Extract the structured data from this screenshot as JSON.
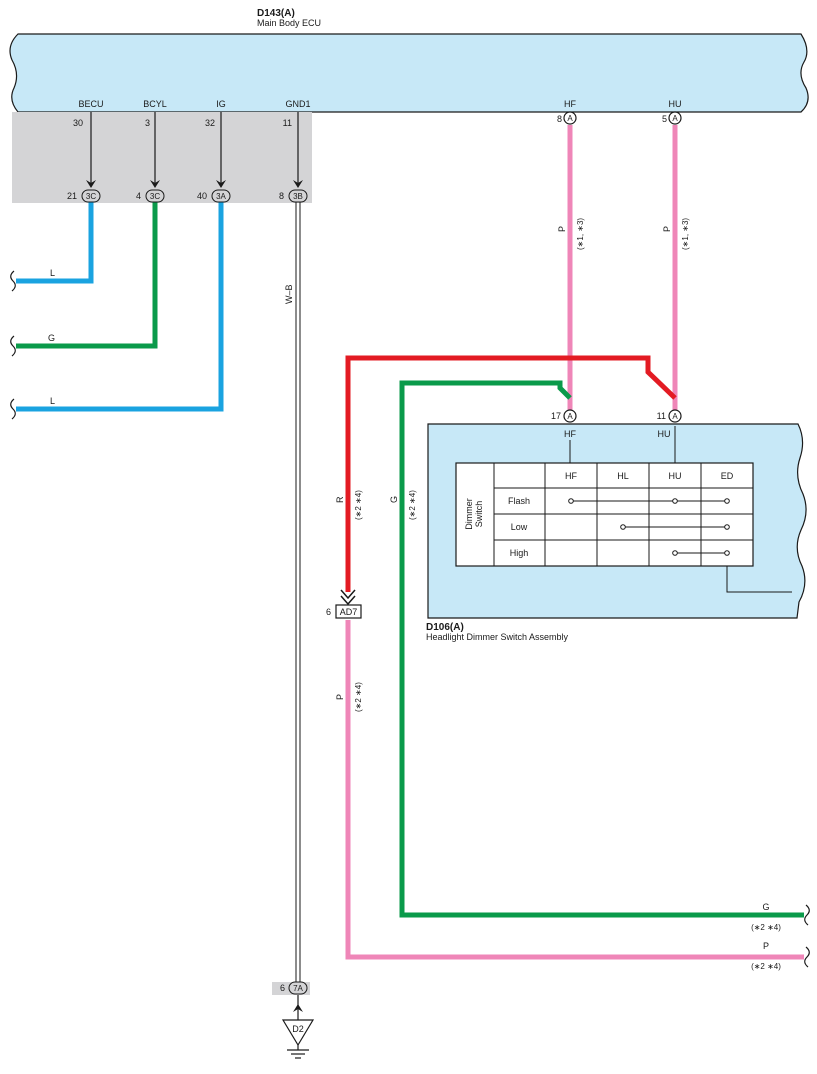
{
  "colors": {
    "ecu_fill": "#c7e8f7",
    "gray_block": "#d4d4d6",
    "wire_L": "#1aa3e0",
    "wire_G": "#0a9a4a",
    "wire_R": "#e31b23",
    "wire_P": "#ef86b8",
    "outline": "#1a1a1a"
  },
  "ecu": {
    "code": "D143(A)",
    "name": "Main Body ECU",
    "terminals": [
      {
        "id": "becu",
        "label": "BECU",
        "pin": "30",
        "conn_pin": "21",
        "conn": "3C",
        "wire": "L",
        "color_key": "wire_L"
      },
      {
        "id": "bcyl",
        "label": "BCYL",
        "pin": "3",
        "conn_pin": "4",
        "conn": "3C",
        "wire": "G",
        "color_key": "wire_G"
      },
      {
        "id": "ig",
        "label": "IG",
        "pin": "32",
        "conn_pin": "40",
        "conn": "3A",
        "wire": "L",
        "color_key": "wire_L"
      },
      {
        "id": "gnd1",
        "label": "GND1",
        "pin": "11",
        "conn_pin": "8",
        "conn": "3B",
        "wire": "W–B",
        "color_key": "outline"
      },
      {
        "id": "hf",
        "label": "HF",
        "pin": "8",
        "conn": "A",
        "wire": "P",
        "note": "(∗1, ∗3)",
        "color_key": "wire_P"
      },
      {
        "id": "hu",
        "label": "HU",
        "pin": "5",
        "conn": "A",
        "wire": "P",
        "note": "(∗1, ∗3)",
        "color_key": "wire_P"
      }
    ]
  },
  "switch": {
    "code": "D106(A)",
    "name": "Headlight Dimmer Switch Assembly",
    "terminals": [
      {
        "id": "hf",
        "label": "HF",
        "pin": "17",
        "conn": "A"
      },
      {
        "id": "hu",
        "label": "HU",
        "pin": "11",
        "conn": "A"
      }
    ],
    "table": {
      "side_label": [
        "Dimmer",
        "Switch"
      ],
      "columns": [
        "HF",
        "HL",
        "HU",
        "ED"
      ],
      "rows": [
        "Flash",
        "Low",
        "High"
      ]
    }
  },
  "wires": {
    "red": {
      "label": "R",
      "note": "(∗2 ∗4)"
    },
    "green_vertical": {
      "label": "G",
      "note": "(∗2 ∗4)"
    },
    "pink_vertical": {
      "label": "P",
      "note": "(∗2 ∗4)"
    },
    "green_out": {
      "label": "G",
      "note": "(∗2 ∗4)"
    },
    "pink_out": {
      "label": "P",
      "note": "(∗2 ∗4)"
    }
  },
  "junction": {
    "pin": "6",
    "label": "AD7"
  },
  "ground": {
    "pin": "6",
    "conn": "7A",
    "label": "D2"
  }
}
